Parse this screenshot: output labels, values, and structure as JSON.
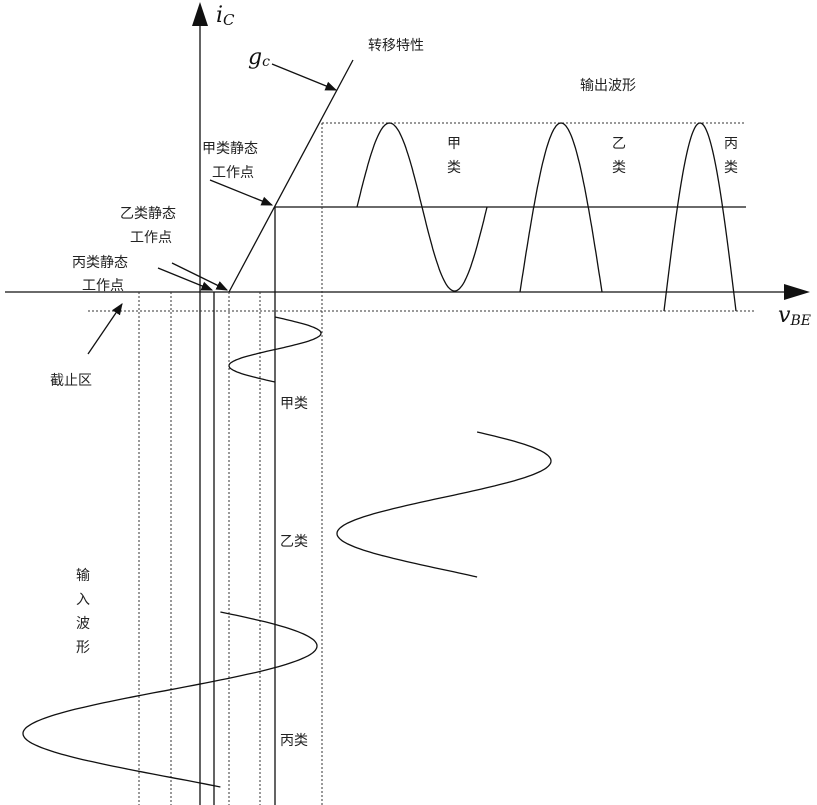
{
  "axes": {
    "y_label_main": "i",
    "y_label_sub": "C",
    "x_label_main": "v",
    "x_label_sub": "BE"
  },
  "transfer": {
    "gc_main": "g",
    "gc_sub": "c",
    "label": "转移特性"
  },
  "output": {
    "title": "输出波形",
    "class_a": [
      "甲",
      "类"
    ],
    "class_b": [
      "乙",
      "类"
    ],
    "class_c": [
      "丙",
      "类"
    ]
  },
  "qpoints": {
    "a": [
      "甲类静态",
      "工作点"
    ],
    "b": [
      "乙类静态",
      "工作点"
    ],
    "c": [
      "丙类静态",
      "工作点"
    ]
  },
  "cutoff": "截止区",
  "input": {
    "title": [
      "输",
      "入",
      "波",
      "形"
    ],
    "class_a": "甲类",
    "class_b": "乙类",
    "class_c": "丙类"
  }
}
